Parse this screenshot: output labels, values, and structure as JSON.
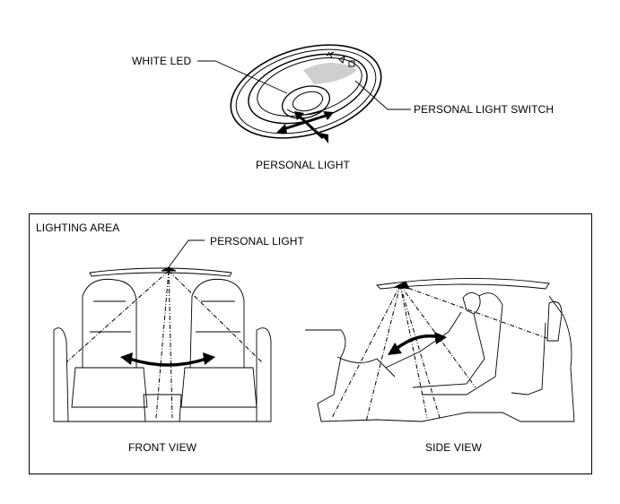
{
  "top_diagram": {
    "white_led_label": "WHITE LED",
    "switch_label": "PERSONAL LIGHT SWITCH",
    "caption": "PERSONAL LIGHT"
  },
  "lighting_area": {
    "title": "LIGHTING AREA",
    "light_label": "PERSONAL LIGHT",
    "front_view_caption": "FRONT VIEW",
    "side_view_caption": "SIDE VIEW"
  }
}
